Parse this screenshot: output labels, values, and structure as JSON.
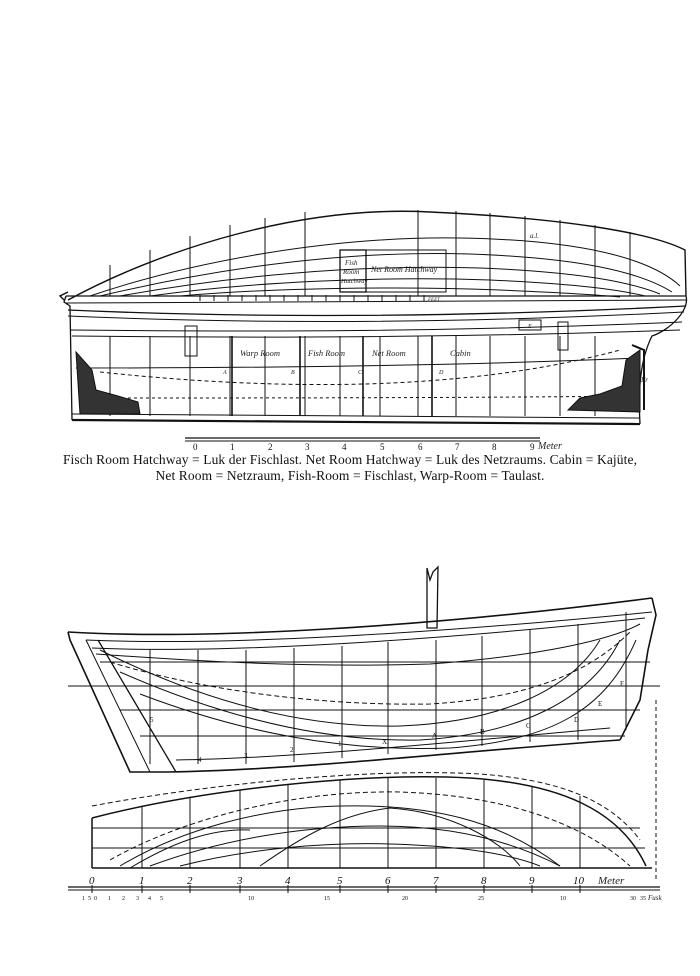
{
  "caption": {
    "line1": "Fisch Room Hatchway = Luk der Fischlast. Net Room Hatchway = Luk des Netzraums. Cabin = Kajüte,",
    "line2": "Net Room = Netzraum, Fish-Room = Fischlast, Warp-Room = Taulast."
  },
  "upper_plan": {
    "labels": {
      "fish_room_hatchway": [
        "Fish",
        "Room",
        "Hatchway"
      ],
      "net_room_hatchway": "Net Room Hatchway",
      "warp_room": "Warp Room",
      "fish_room": "Fish Room",
      "net_room": "Net Room",
      "cabin": "Cabin",
      "scale_unit": "Meter",
      "feet_mark": "FEET",
      "bulkhead_e": "E",
      "bulkhead_a": "A",
      "bulkhead_b": "B",
      "bulkhead_c": "C",
      "bulkhead_d": "D",
      "aft_mark": "Fr",
      "sheer_mark": "a.l."
    },
    "scale_ticks": [
      "0",
      "1",
      "2",
      "3",
      "4",
      "5",
      "6",
      "7",
      "8",
      "9"
    ]
  },
  "lower_plan": {
    "station_labels": [
      "4",
      "3",
      "2",
      "1",
      "XI",
      "A",
      "B",
      "C",
      "D",
      "E"
    ],
    "side_labels": [
      "5",
      "F"
    ],
    "scale_major": [
      "0",
      "1",
      "2",
      "3",
      "4",
      "5",
      "6",
      "7",
      "8",
      "9",
      "10"
    ],
    "scale_unit": "Meter",
    "scale_minor": [
      "1",
      "5",
      "0",
      "1",
      "2",
      "3",
      "4",
      "5",
      "10",
      "15",
      "20",
      "25",
      "10",
      "30",
      "35"
    ],
    "scale_end": "Fusk"
  }
}
